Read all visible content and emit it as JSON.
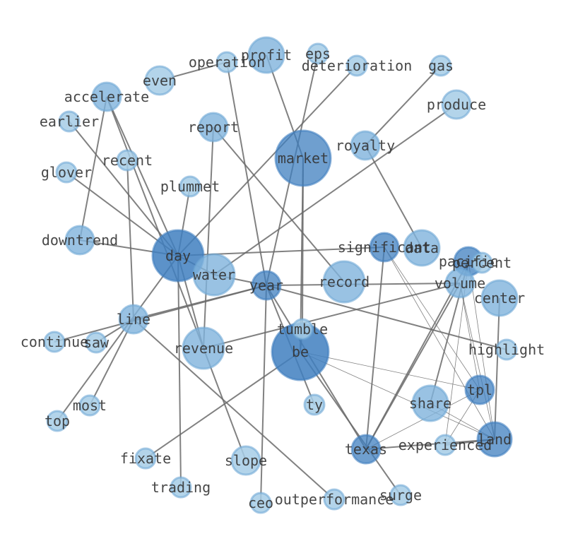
{
  "colors": {
    "node_light": "#a6cde6",
    "node_mid": "#7fb3dc",
    "node_dark": "#3f7fbf",
    "node_stroke": "#6fa9d6",
    "edge": "#6b6b6b",
    "label": "#333333"
  },
  "graph": {
    "nodes": [
      {
        "id": "day",
        "label": "day",
        "weight": 1.0
      },
      {
        "id": "be",
        "label": "be",
        "weight": 0.95
      },
      {
        "id": "market",
        "label": "market",
        "weight": 0.9
      },
      {
        "id": "water",
        "label": "water",
        "weight": 0.55
      },
      {
        "id": "revenue",
        "label": "revenue",
        "weight": 0.55
      },
      {
        "id": "record",
        "label": "record",
        "weight": 0.55
      },
      {
        "id": "profit",
        "label": "profit",
        "weight": 0.5
      },
      {
        "id": "share",
        "label": "share",
        "weight": 0.45
      },
      {
        "id": "center",
        "label": "center",
        "weight": 0.45
      },
      {
        "id": "data",
        "label": "data",
        "weight": 0.45
      },
      {
        "id": "land",
        "label": "land",
        "weight": 0.7
      },
      {
        "id": "year",
        "label": "year",
        "weight": 0.75
      },
      {
        "id": "tpl",
        "label": "tpl",
        "weight": 0.65
      },
      {
        "id": "texas",
        "label": "texas",
        "weight": 0.65
      },
      {
        "id": "significant",
        "label": "significant",
        "weight": 0.65
      },
      {
        "id": "pacific",
        "label": "pacific",
        "weight": 0.65
      },
      {
        "id": "volume",
        "label": "volume",
        "weight": 0.4
      },
      {
        "id": "accelerate",
        "label": "accelerate",
        "weight": 0.5
      },
      {
        "id": "report",
        "label": "report",
        "weight": 0.4
      },
      {
        "id": "royalty",
        "label": "royalty",
        "weight": 0.4
      },
      {
        "id": "downtrend",
        "label": "downtrend",
        "weight": 0.4
      },
      {
        "id": "line",
        "label": "line",
        "weight": 0.4
      },
      {
        "id": "produce",
        "label": "produce",
        "weight": 0.3
      },
      {
        "id": "even",
        "label": "even",
        "weight": 0.3
      },
      {
        "id": "slope",
        "label": "slope",
        "weight": 0.3
      },
      {
        "id": "experienced",
        "label": "experienced",
        "weight": 0.35
      },
      {
        "id": "tumble",
        "label": "tumble",
        "weight": 0.3
      },
      {
        "id": "operation",
        "label": "operation",
        "weight": 0.2
      },
      {
        "id": "eps",
        "label": "eps",
        "weight": 0.2
      },
      {
        "id": "deterioration",
        "label": "deterioration",
        "weight": 0.2
      },
      {
        "id": "gas",
        "label": "gas",
        "weight": 0.2
      },
      {
        "id": "earlier",
        "label": "earlier",
        "weight": 0.2
      },
      {
        "id": "recent",
        "label": "recent",
        "weight": 0.2
      },
      {
        "id": "glover",
        "label": "glover",
        "weight": 0.2
      },
      {
        "id": "plummet",
        "label": "plummet",
        "weight": 0.2
      },
      {
        "id": "percent",
        "label": "percent",
        "weight": 0.2
      },
      {
        "id": "continue",
        "label": "continue",
        "weight": 0.2
      },
      {
        "id": "saw",
        "label": "saw",
        "weight": 0.2
      },
      {
        "id": "highlight",
        "label": "highlight",
        "weight": 0.2
      },
      {
        "id": "ty",
        "label": "ty",
        "weight": 0.2
      },
      {
        "id": "most",
        "label": "most",
        "weight": 0.2
      },
      {
        "id": "top",
        "label": "top",
        "weight": 0.2
      },
      {
        "id": "fixate",
        "label": "fixate",
        "weight": 0.2
      },
      {
        "id": "trading",
        "label": "trading",
        "weight": 0.2
      },
      {
        "id": "ceo",
        "label": "ceo",
        "weight": 0.2
      },
      {
        "id": "outperformance",
        "label": "outperformance",
        "weight": 0.2
      },
      {
        "id": "surge",
        "label": "surge",
        "weight": 0.2
      }
    ],
    "edges": [
      [
        "day",
        "accelerate"
      ],
      [
        "day",
        "earlier"
      ],
      [
        "day",
        "glover"
      ],
      [
        "day",
        "downtrend"
      ],
      [
        "day",
        "plummet"
      ],
      [
        "day",
        "trading"
      ],
      [
        "day",
        "revenue"
      ],
      [
        "day",
        "top"
      ],
      [
        "day",
        "deterioration"
      ],
      [
        "day",
        "significant"
      ],
      [
        "day",
        "water"
      ],
      [
        "accelerate",
        "downtrend"
      ],
      [
        "accelerate",
        "revenue"
      ],
      [
        "even",
        "operation"
      ],
      [
        "operation",
        "year"
      ],
      [
        "profit",
        "market"
      ],
      [
        "eps",
        "year"
      ],
      [
        "market",
        "be"
      ],
      [
        "market",
        "tumble"
      ],
      [
        "gas",
        "royalty"
      ],
      [
        "royalty",
        "data"
      ],
      [
        "produce",
        "water"
      ],
      [
        "report",
        "record"
      ],
      [
        "report",
        "revenue"
      ],
      [
        "recent",
        "line"
      ],
      [
        "water",
        "year"
      ],
      [
        "year",
        "line"
      ],
      [
        "year",
        "continue"
      ],
      [
        "year",
        "highlight"
      ],
      [
        "year",
        "ty"
      ],
      [
        "year",
        "volume"
      ],
      [
        "year",
        "texas"
      ],
      [
        "line",
        "most"
      ],
      [
        "line",
        "saw"
      ],
      [
        "line",
        "outperformance"
      ],
      [
        "revenue",
        "slope"
      ],
      [
        "revenue",
        "volume"
      ],
      [
        "be",
        "fixate"
      ],
      [
        "be",
        "tumble"
      ],
      [
        "be",
        "tpl"
      ],
      [
        "be",
        "land"
      ],
      [
        "be",
        "surge"
      ],
      [
        "significant",
        "land"
      ],
      [
        "significant",
        "texas"
      ],
      [
        "significant",
        "tpl"
      ],
      [
        "pacific",
        "land"
      ],
      [
        "pacific",
        "texas"
      ],
      [
        "pacific",
        "share"
      ],
      [
        "pacific",
        "experienced"
      ],
      [
        "volume",
        "tpl"
      ],
      [
        "volume",
        "land"
      ],
      [
        "volume",
        "texas"
      ],
      [
        "center",
        "land"
      ],
      [
        "tpl",
        "texas"
      ],
      [
        "tpl",
        "experienced"
      ],
      [
        "texas",
        "land"
      ],
      [
        "experienced",
        "land"
      ],
      [
        "share",
        "land"
      ],
      [
        "ceo",
        "year"
      ]
    ]
  }
}
